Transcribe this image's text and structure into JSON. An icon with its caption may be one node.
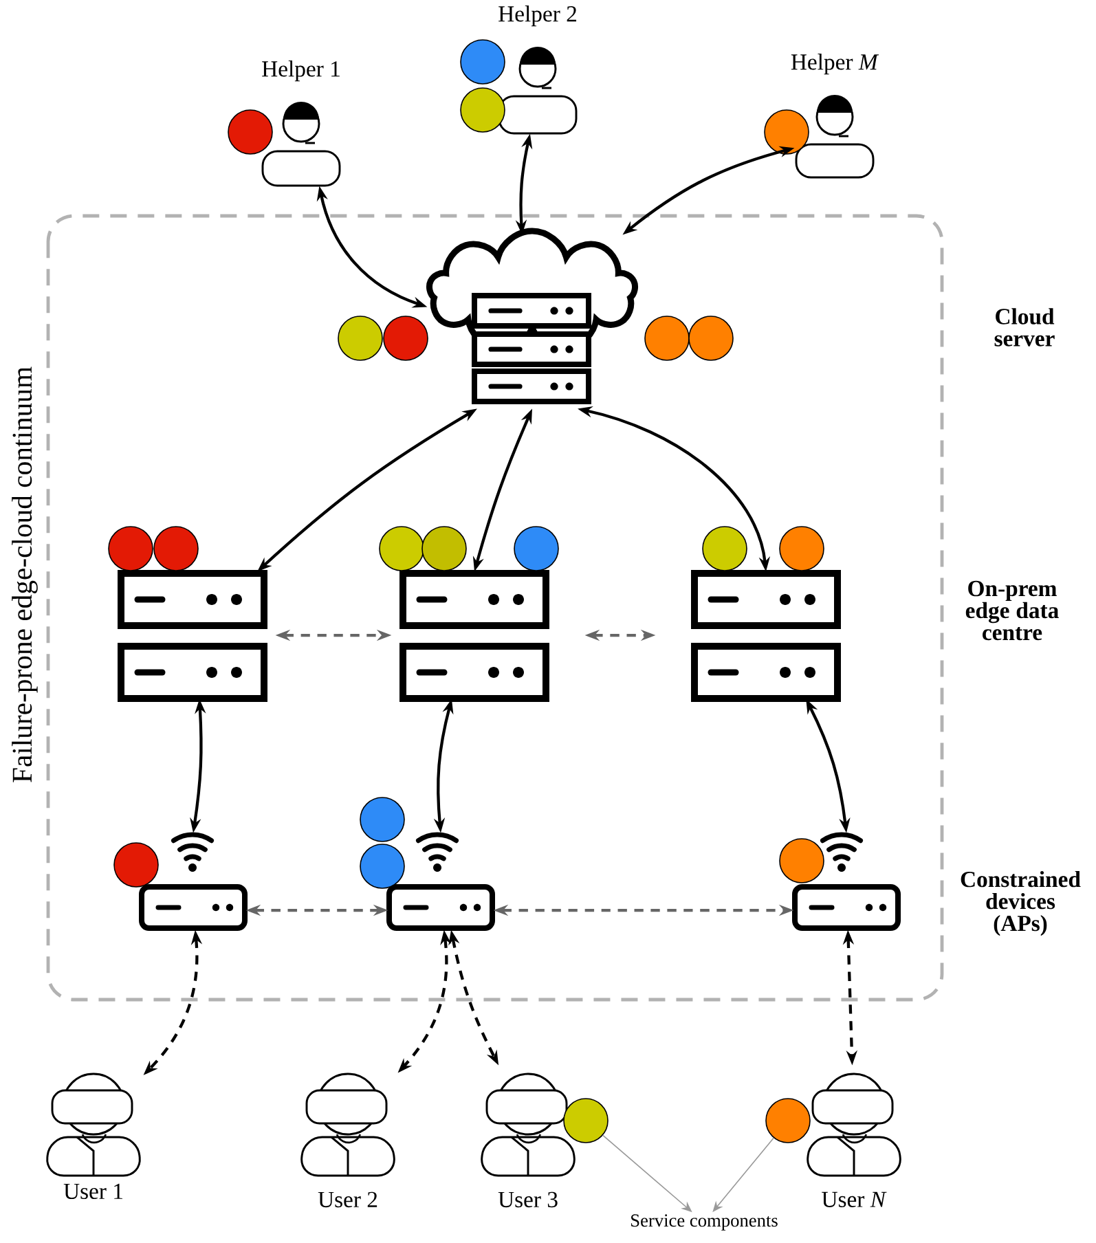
{
  "diagram": {
    "nodes": [
      {
        "text": [
          "Helper 1"
        ]
      },
      {
        "text": [
          "Helper 2"
        ]
      },
      {
        "text": [
          "Helper *M*"
        ]
      },
      {
        "text": [],
        "shape": "cloud"
      },
      {
        "text": [],
        "shape": "box"
      },
      {
        "text": [],
        "shape": "box"
      },
      {
        "text": [],
        "shape": "box"
      },
      {
        "text": [],
        "shape": "box"
      },
      {
        "text": [],
        "shape": "box"
      },
      {
        "text": [],
        "shape": "box"
      },
      {
        "text": [
          "User 1"
        ]
      },
      {
        "text": [
          "User 2"
        ]
      },
      {
        "text": [
          "User 3"
        ]
      },
      {
        "text": [
          "User *N*"
        ]
      },
      {
        "text": [
          "Service components"
        ]
      },
      {
        "text": [],
        "shape": "circle"
      },
      {
        "text": [],
        "shape": "circle"
      },
      {
        "text": [],
        "shape": "circle"
      },
      {
        "text": [],
        "shape": "circle"
      },
      {
        "text": [],
        "shape": "circle"
      },
      {
        "text": [],
        "shape": "circle"
      },
      {
        "text": [],
        "shape": "circle"
      },
      {
        "text": [],
        "shape": "circle"
      },
      {
        "text": [],
        "shape": "circle"
      },
      {
        "text": [],
        "shape": "circle"
      },
      {
        "text": [],
        "shape": "circle"
      },
      {
        "text": [],
        "shape": "circle"
      },
      {
        "text": [],
        "shape": "circle"
      },
      {
        "text": [],
        "shape": "circle"
      },
      {
        "text": [],
        "shape": "circle"
      },
      {
        "text": [],
        "shape": "circle"
      },
      {
        "text": [],
        "shape": "circle"
      },
      {
        "text": [],
        "shape": "circle"
      },
      {
        "text": [],
        "shape": "circle"
      },
      {
        "text": [],
        "shape": "circle"
      },
      {
        "text": [],
        "shape": "circle"
      }
    ],
    "edges": [
      {
        "from": 3,
        "to": 0,
        "arrow": "both"
      },
      {
        "from": 3,
        "to": 1,
        "arrow": "both"
      },
      {
        "from": 3,
        "to": 2,
        "arrow": "both"
      },
      {
        "from": 3,
        "to": 4,
        "arrow": "both"
      },
      {
        "from": 3,
        "to": 5,
        "arrow": "both"
      },
      {
        "from": 3,
        "to": 6,
        "arrow": "both"
      },
      {
        "from": 4,
        "to": 5,
        "arrow": "both",
        "style": "dashed",
        "color": "#666666"
      },
      {
        "from": 5,
        "to": 6,
        "arrow": "both",
        "style": "dashed",
        "color": "#666666"
      },
      {
        "from": 4,
        "to": 7,
        "arrow": "both"
      },
      {
        "from": 5,
        "to": 8,
        "arrow": "both"
      },
      {
        "from": 6,
        "to": 9,
        "arrow": "both"
      },
      {
        "from": 7,
        "to": 8,
        "arrow": "both",
        "style": "dashed",
        "color": "#666666"
      },
      {
        "from": 8,
        "to": 9,
        "arrow": "both",
        "style": "dashed",
        "color": "#666666"
      },
      {
        "from": 7,
        "to": 10,
        "arrow": "both",
        "style": "dashed"
      },
      {
        "from": 8,
        "to": 11,
        "arrow": "both",
        "style": "dashed"
      },
      {
        "from": 8,
        "to": 12,
        "arrow": "both",
        "style": "dashed"
      },
      {
        "from": 9,
        "to": 13,
        "arrow": "both",
        "style": "dashed"
      },
      {
        "from": 15,
        "to": 14,
        "arrow": "to",
        "color": "#999999"
      },
      {
        "from": 16,
        "to": 14,
        "arrow": "to",
        "color": "#999999"
      }
    ],
    "labels": [
      "Failure-prone edge-cloud continuum",
      "Cloud server",
      "On-prem edge data centre",
      "Constrained devices (APs)"
    ]
  }
}
